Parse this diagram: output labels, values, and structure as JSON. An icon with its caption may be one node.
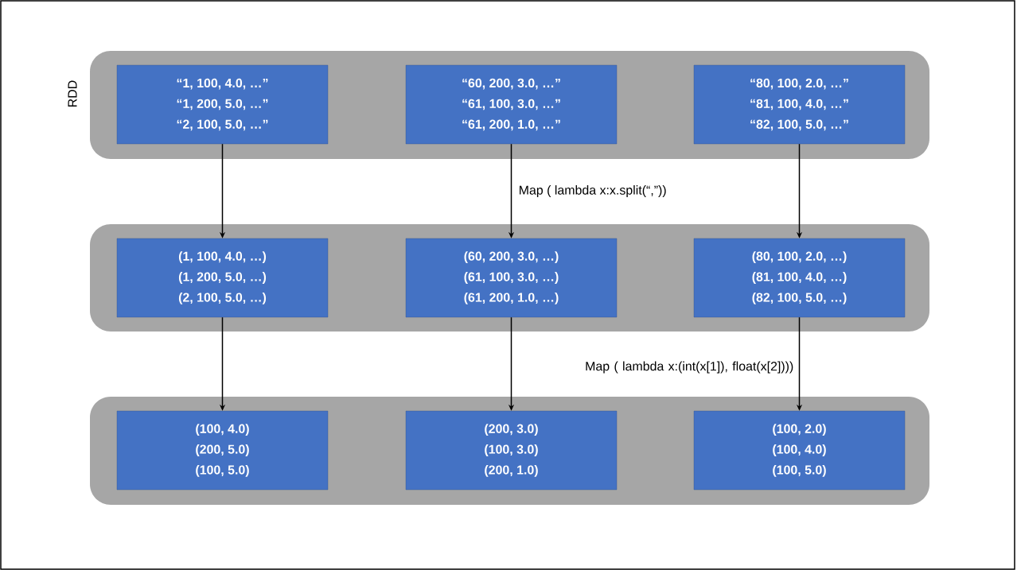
{
  "diagram": {
    "nodes": [
      {
        "text": [],
        "shape": "box",
        "beside": [
          "RDD"
        ]
      },
      {
        "text": [
          "“1, 100, 4.0, …”",
          "“1, 200, 5.0, …”",
          "“2, 100, 5.0, …”"
        ],
        "in": 0
      },
      {
        "text": [
          "“60, 200, 3.0, …”",
          "“61, 100, 3.0, …”",
          "“61, 200, 1.0, …”"
        ],
        "in": 0
      },
      {
        "text": [
          "“80, 100, 2.0, …”",
          "“81, 100, 4.0, …”",
          "“82, 100, 5.0, …”"
        ],
        "in": 0
      },
      {
        "text": [],
        "shape": "box"
      },
      {
        "text": [
          "(1, 100, 4.0, …)",
          "(1, 200, 5.0, …)",
          "(2, 100, 5.0, …)"
        ],
        "in": 4
      },
      {
        "text": [
          "(60, 200, 3.0, …)",
          "(61, 100, 3.0, …)",
          "(61, 200, 1.0, …)"
        ],
        "in": 4
      },
      {
        "text": [
          "(80, 100, 2.0, …)",
          "(81, 100, 4.0, …)",
          "(82, 100, 5.0, …)"
        ],
        "in": 4
      },
      {
        "text": [],
        "shape": "box"
      },
      {
        "text": [
          "(100, 4.0)",
          "(200, 5.0)",
          "(100, 5.0)"
        ],
        "in": 8
      },
      {
        "text": [
          "(200, 3.0)",
          "(100, 3.0)",
          "(200, 1.0)"
        ],
        "in": 8
      },
      {
        "text": [
          "(100, 2.0)",
          "(100, 4.0)",
          "(100, 5.0)"
        ],
        "in": 8
      }
    ],
    "edges": [
      {
        "from": 1,
        "to": 5,
        "arrow": "to"
      },
      {
        "from": 2,
        "to": 6,
        "arrow": "to",
        "label": "Map ( lambda x:x.split(“,”))"
      },
      {
        "from": 3,
        "to": 7,
        "arrow": "to"
      },
      {
        "from": 5,
        "to": 9,
        "arrow": "to"
      },
      {
        "from": 6,
        "to": 10,
        "arrow": "to"
      },
      {
        "from": 7,
        "to": 11,
        "arrow": "to",
        "label": "Map ( lambda x:(int(x[1]), float(x[2])))"
      }
    ]
  }
}
